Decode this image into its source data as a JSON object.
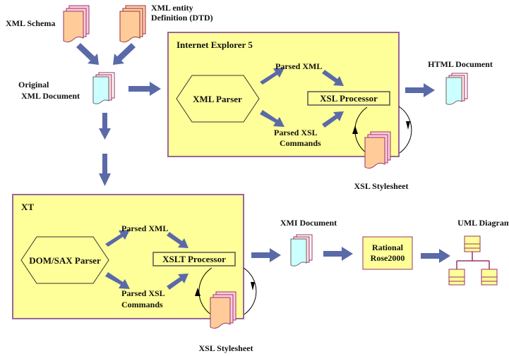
{
  "title": "XML processing pipeline: Internet Explorer 5 and XT",
  "colors": {
    "container_fill": "#ffff99",
    "container_border": "#996699",
    "arrow": "#5a6aa8",
    "doc_orange": "#ffcc99",
    "doc_cyan": "#ccffff",
    "doc_pink": "#ffccdd",
    "doc_border": "#993366"
  },
  "inputs": {
    "schema": "XML Schema",
    "dtd_line1": "XML entity",
    "dtd_line2": "Definition (DTD)",
    "original_line1": "Original",
    "original_line2": "XML Document"
  },
  "ie": {
    "title": "Internet Explorer 5",
    "parser": "XML Parser",
    "parsed_xml": "Parsed XML",
    "parsed_xsl_line1": "Parsed XSL",
    "parsed_xsl_line2": "Commands",
    "processor": "XSL Processor",
    "stylesheet": "XSL Stylesheet",
    "output": "HTML Document"
  },
  "xt": {
    "title": "XT",
    "parser": "DOM/SAX Parser",
    "parsed_xml": "Parsed XML",
    "parsed_xsl_line1": "Parsed XSL",
    "parsed_xsl_line2": "Commands",
    "processor": "XSLT Processor",
    "stylesheet": "XSL Stylesheet"
  },
  "pipeline": {
    "xmi": "XMI Document",
    "rose_line1": "Rational",
    "rose_line2": "Rose2000",
    "uml": "UML Diagram"
  }
}
